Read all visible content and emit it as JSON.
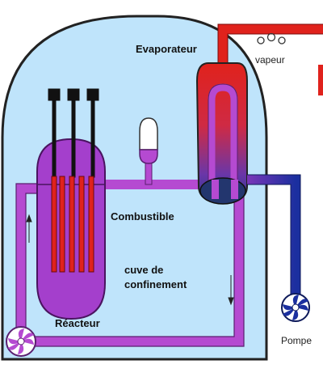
{
  "labels": {
    "evaporator": "Evaporateur",
    "steam": "vapeur",
    "fuel": "Combustible",
    "containment_line1": "cuve de",
    "containment_line2": "confinement",
    "reactor": "Réacteur",
    "pump": "Pompe"
  },
  "icons": {
    "steam_bubbles": "bubbles-icon",
    "primary_pump": "pump-icon",
    "secondary_pump": "pump-icon"
  },
  "colors": {
    "containment_fill": "#bfe4fb",
    "containment_stroke": "#222222",
    "primary_loop": "#b54ad1",
    "reactor_vessel": "#a43fcc",
    "fuel_rods": "#e0221c",
    "hot_steam": "#e0221c",
    "cold_water": "#1b2f9f",
    "heat_exchanger_body": "#23366e"
  }
}
